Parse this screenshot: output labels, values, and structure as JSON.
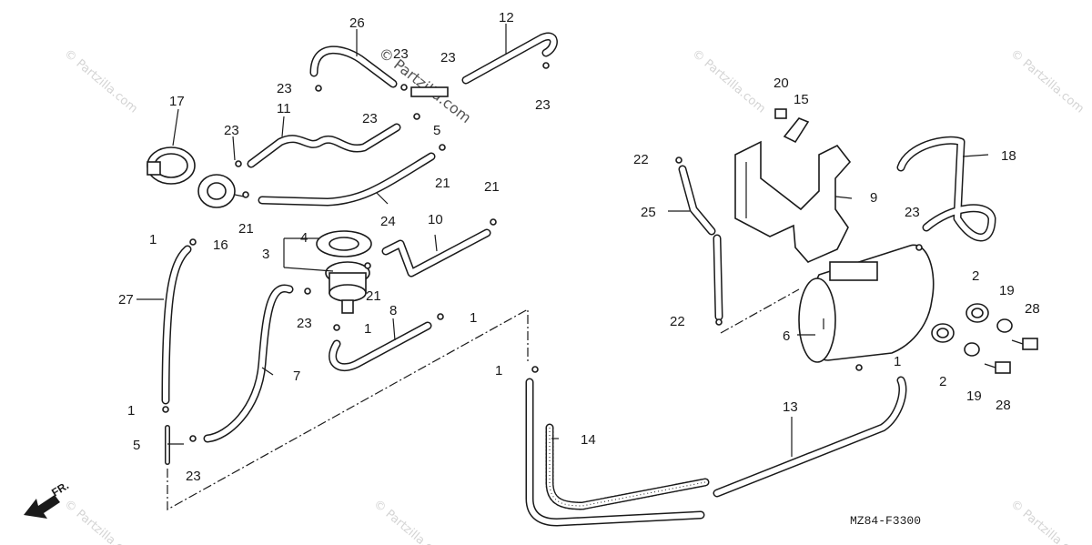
{
  "diagram": {
    "code": "MZ84-F3300",
    "front_label": "FR.",
    "center_watermark": "© Partzilla.com",
    "corner_watermark": "© Partzilla.com"
  },
  "callouts": [
    {
      "id": "c26",
      "label": "26"
    },
    {
      "id": "c12",
      "label": "12"
    },
    {
      "id": "c23a",
      "label": "23"
    },
    {
      "id": "c23b",
      "label": "23"
    },
    {
      "id": "c23c",
      "label": "23"
    },
    {
      "id": "c23d",
      "label": "23"
    },
    {
      "id": "c23e",
      "label": "23"
    },
    {
      "id": "c23f",
      "label": "23"
    },
    {
      "id": "c23g",
      "label": "23"
    },
    {
      "id": "c23h",
      "label": "23"
    },
    {
      "id": "c23i",
      "label": "23"
    },
    {
      "id": "c17",
      "label": "17"
    },
    {
      "id": "c11",
      "label": "11"
    },
    {
      "id": "c5a",
      "label": "5"
    },
    {
      "id": "c21a",
      "label": "21"
    },
    {
      "id": "c21b",
      "label": "21"
    },
    {
      "id": "c21c",
      "label": "21"
    },
    {
      "id": "c21d",
      "label": "21"
    },
    {
      "id": "c24",
      "label": "24"
    },
    {
      "id": "c16",
      "label": "16"
    },
    {
      "id": "c1a",
      "label": "1"
    },
    {
      "id": "c4",
      "label": "4"
    },
    {
      "id": "c3",
      "label": "3"
    },
    {
      "id": "c10",
      "label": "10"
    },
    {
      "id": "c27",
      "label": "27"
    },
    {
      "id": "c1b",
      "label": "1"
    },
    {
      "id": "c1c",
      "label": "1"
    },
    {
      "id": "c8",
      "label": "8"
    },
    {
      "id": "c1d",
      "label": "1"
    },
    {
      "id": "c7",
      "label": "7"
    },
    {
      "id": "c1e",
      "label": "1"
    },
    {
      "id": "c5b",
      "label": "5"
    },
    {
      "id": "c1f",
      "label": "1"
    },
    {
      "id": "c14",
      "label": "14"
    },
    {
      "id": "c13",
      "label": "13"
    },
    {
      "id": "c20",
      "label": "20"
    },
    {
      "id": "c15",
      "label": "15"
    },
    {
      "id": "c18",
      "label": "18"
    },
    {
      "id": "c22a",
      "label": "22"
    },
    {
      "id": "c25",
      "label": "25"
    },
    {
      "id": "c9",
      "label": "9"
    },
    {
      "id": "c22b",
      "label": "22"
    },
    {
      "id": "c6",
      "label": "6"
    },
    {
      "id": "c2a",
      "label": "2"
    },
    {
      "id": "c19a",
      "label": "19"
    },
    {
      "id": "c28a",
      "label": "28"
    },
    {
      "id": "c2b",
      "label": "2"
    },
    {
      "id": "c19b",
      "label": "19"
    },
    {
      "id": "c28b",
      "label": "28"
    }
  ]
}
